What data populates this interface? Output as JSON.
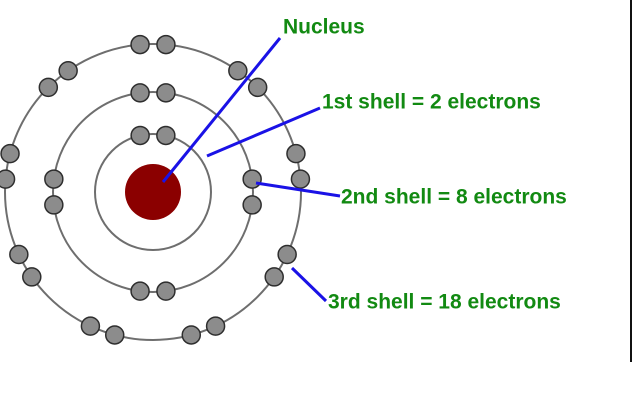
{
  "labels": {
    "nucleus": "Nucleus",
    "shell1": "1st shell = 2 electrons",
    "shell2": "2nd shell = 8 electrons",
    "shell3": "3rd shell = 18 electrons"
  },
  "colors": {
    "nucleus": "#8b0000",
    "electron_fill": "#8c8c8c",
    "electron_stroke": "#2e2e2e",
    "orbit": "#6e6e6e",
    "pointer": "#1a12e6",
    "label_text": "#128a12"
  },
  "shells": [
    {
      "name": "1st shell",
      "electrons": 2
    },
    {
      "name": "2nd shell",
      "electrons": 8
    },
    {
      "name": "3rd shell",
      "electrons": 18
    }
  ]
}
